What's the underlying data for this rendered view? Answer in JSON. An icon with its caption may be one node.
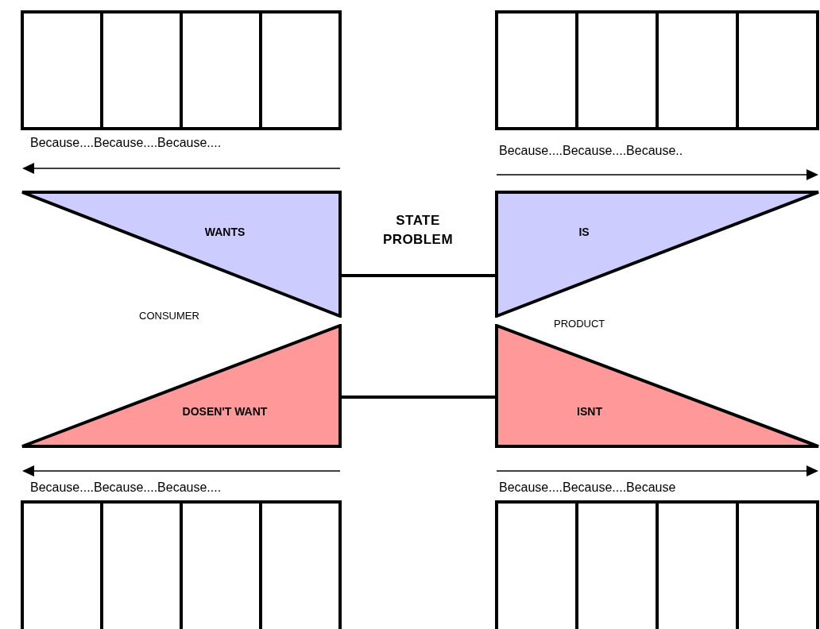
{
  "diagram": {
    "nodes": [
      {
        "text": [],
        "shape": "box"
      },
      {
        "text": [],
        "shape": "box"
      },
      {
        "text": [],
        "shape": "box"
      },
      {
        "text": [],
        "shape": "box"
      },
      {
        "text": [],
        "shape": "box"
      },
      {
        "text": [],
        "shape": "box"
      },
      {
        "text": [],
        "shape": "box"
      },
      {
        "text": [],
        "shape": "box"
      },
      {
        "text": [
          "WANTS"
        ]
      },
      {
        "text": [
          "IS"
        ]
      },
      {
        "text": [
          "DOSEN'T WANT"
        ]
      },
      {
        "text": [
          "ISNT"
        ]
      },
      {
        "text": [],
        "shape": "box"
      },
      {
        "text": [],
        "shape": "box"
      },
      {
        "text": [],
        "shape": "box"
      },
      {
        "text": [],
        "shape": "box"
      },
      {
        "text": [],
        "shape": "box"
      },
      {
        "text": [],
        "shape": "box"
      },
      {
        "text": [],
        "shape": "box"
      },
      {
        "text": [],
        "shape": "box"
      }
    ],
    "edges": [
      {
        "from": 8,
        "to": 9,
        "arrow": "none"
      },
      {
        "from": 10,
        "to": 11,
        "arrow": "none"
      }
    ],
    "labels": [
      "Because....Because....Because....",
      "Because....Because....Because..",
      "STATE PROBLEM",
      "CONSUMER",
      "PRODUCT",
      "Because....Because....Because....",
      "Because....Because....Because"
    ]
  }
}
